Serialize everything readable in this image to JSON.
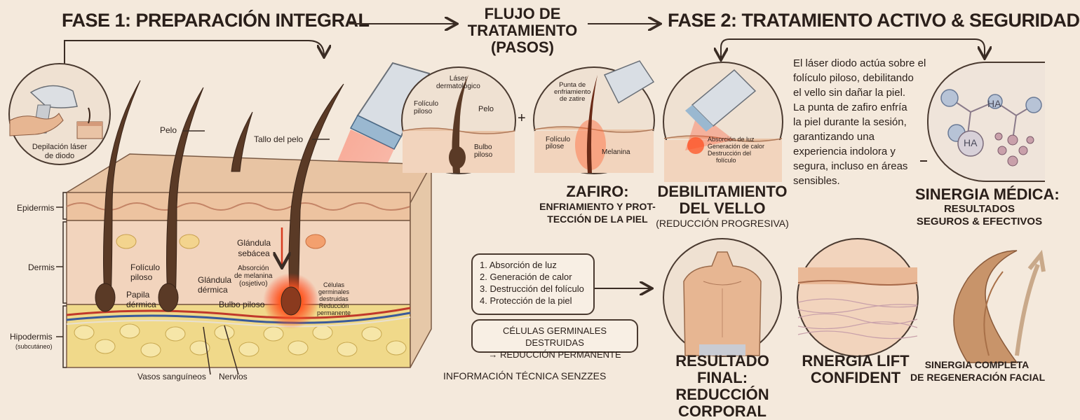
{
  "headings": {
    "fase1": "FASE 1: PREPARACIÓN INTEGRAL",
    "flujo": [
      "FLUJO DE",
      "TRATAMIENTO",
      "(PASOS)"
    ],
    "fase2": "FASE 2: TRATAMIENTO ACTIVO & SEGURIDAD"
  },
  "left": {
    "laser_caption": [
      "Depilación láser",
      "de diodo"
    ],
    "labels": {
      "pelo": "Pelo",
      "tallo": "Tallo del pelo",
      "epidermis": "Epidermis",
      "dermis": "Dermis",
      "hipodermis": "Hipodermis",
      "subcutaneo": "(subcutáneo)",
      "foliculo": [
        "Folículo",
        "piloso"
      ],
      "papila": [
        "Papila",
        "dérmica"
      ],
      "glandula_dermica": [
        "Glándula",
        "dérmica"
      ],
      "glandula_sebacea": [
        "Glándula",
        "sebácea"
      ],
      "absorcion": [
        "Absorción",
        "de melanina",
        "(osjetivo)"
      ],
      "bulbo": "Bulbo piloso",
      "celulas": [
        "Células",
        "germinales",
        "destruidas",
        "Reducción",
        "permanente"
      ],
      "vasos": "Vasos sanguíneos",
      "nervios": "Nervios"
    }
  },
  "flow": {
    "c1": {
      "laser": [
        "Láser",
        "dermatológico"
      ],
      "foliculo": [
        "Folículo",
        "piloso"
      ],
      "pelo": "Pelo",
      "bulbo": [
        "Bulbo",
        "piloso"
      ]
    },
    "plus": "+",
    "c2": {
      "punta": [
        "Punta de",
        "enfriamiento",
        "de zatire"
      ],
      "foliculo": [
        "Folículo",
        "pilose"
      ],
      "melanina": "Melanina"
    },
    "zafiro_title": "ZAFIRO:",
    "zafiro_sub": [
      "ENFRIAMIENTO Y PROT-",
      "TECCIÓN DE LA PIEL"
    ],
    "steps": [
      "1. Absorción de luz",
      "2. Generación de calor",
      "3. Destrucción del folículo",
      "4. Protección de la piel"
    ],
    "result_box": [
      "CÉLULAS GERMINALES DESTRUIDAS",
      "→ REDUCCIÓN PERMANENTE"
    ],
    "info": "INFORMACIÓN TÉCNICA SENZZES"
  },
  "fase2": {
    "c3": {
      "labels": [
        "Absorción de luz",
        "Generación de calor",
        "Destrucción del",
        "folículo"
      ]
    },
    "debil_title": [
      "DEBILITAMIENTO",
      "DEL VELLO"
    ],
    "debil_sub": "(REDUCCIÓN PROGRESIVA)",
    "paragraph": [
      "El láser diodo actúa sobre el",
      "folículo piloso, debilitando",
      "el vello sin dañar la piel.",
      "La punta de zafiro enfría",
      "la piel durante la sesión,",
      "garantizando una",
      "experiencia indolora y",
      "segura, incluso en áreas",
      "sensibles."
    ],
    "ha": [
      "HA",
      "HA"
    ],
    "sinergia_title": "SINERGIA MÉDICA:",
    "sinergia_sub": [
      "RESULTADOS",
      "SEGUROS & EFECTIVOS"
    ],
    "resultado": [
      "RESULTADO FINAL:",
      "REDUCCIÓN CORPORAL"
    ],
    "rnergia": [
      "RNERGIA LIFT",
      "CONFIDENT"
    ],
    "completa": [
      "SINERGIA COMPLETA",
      "DE REGENERACIÓN FACIAL"
    ]
  },
  "colors": {
    "background": "#f4e9dc",
    "ink": "#2a1f1a",
    "skin": "#e9c3a5",
    "laser": "#e0402a",
    "fat": "#f0d98a"
  }
}
